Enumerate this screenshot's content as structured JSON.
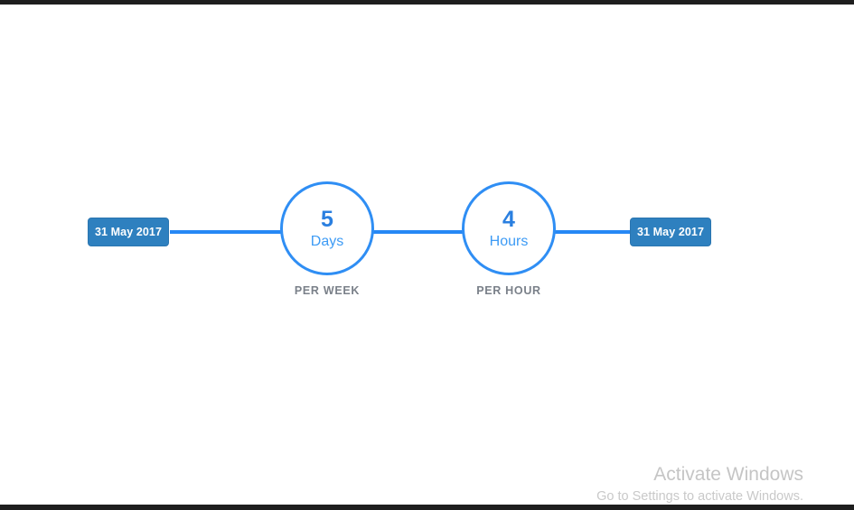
{
  "window": {
    "chrome_color": "#1e1e1e",
    "background": "#ffffff"
  },
  "theme": {
    "line_color": "#2688f5",
    "circle_stroke": "#2f8ef4",
    "value_color": "#2a7fe0",
    "unit_color": "#3d9bf5",
    "badge_bg": "#2e80bf",
    "badge_text": "#ffffff",
    "caption_color": "#7a8089",
    "watermark_color": "#c8c8c8"
  },
  "timeline": {
    "start_badge": {
      "label": "31 May 2017",
      "icon": "calendar-date-badge"
    },
    "end_badge": {
      "label": "31 May 2017",
      "icon": "calendar-date-badge"
    },
    "nodes": [
      {
        "value": "5",
        "unit": "Days",
        "caption": "PER WEEK"
      },
      {
        "value": "4",
        "unit": "Hours",
        "caption": "PER HOUR"
      }
    ]
  },
  "watermark": {
    "title": "Activate Windows",
    "subtitle": "Go to Settings to activate Windows."
  }
}
